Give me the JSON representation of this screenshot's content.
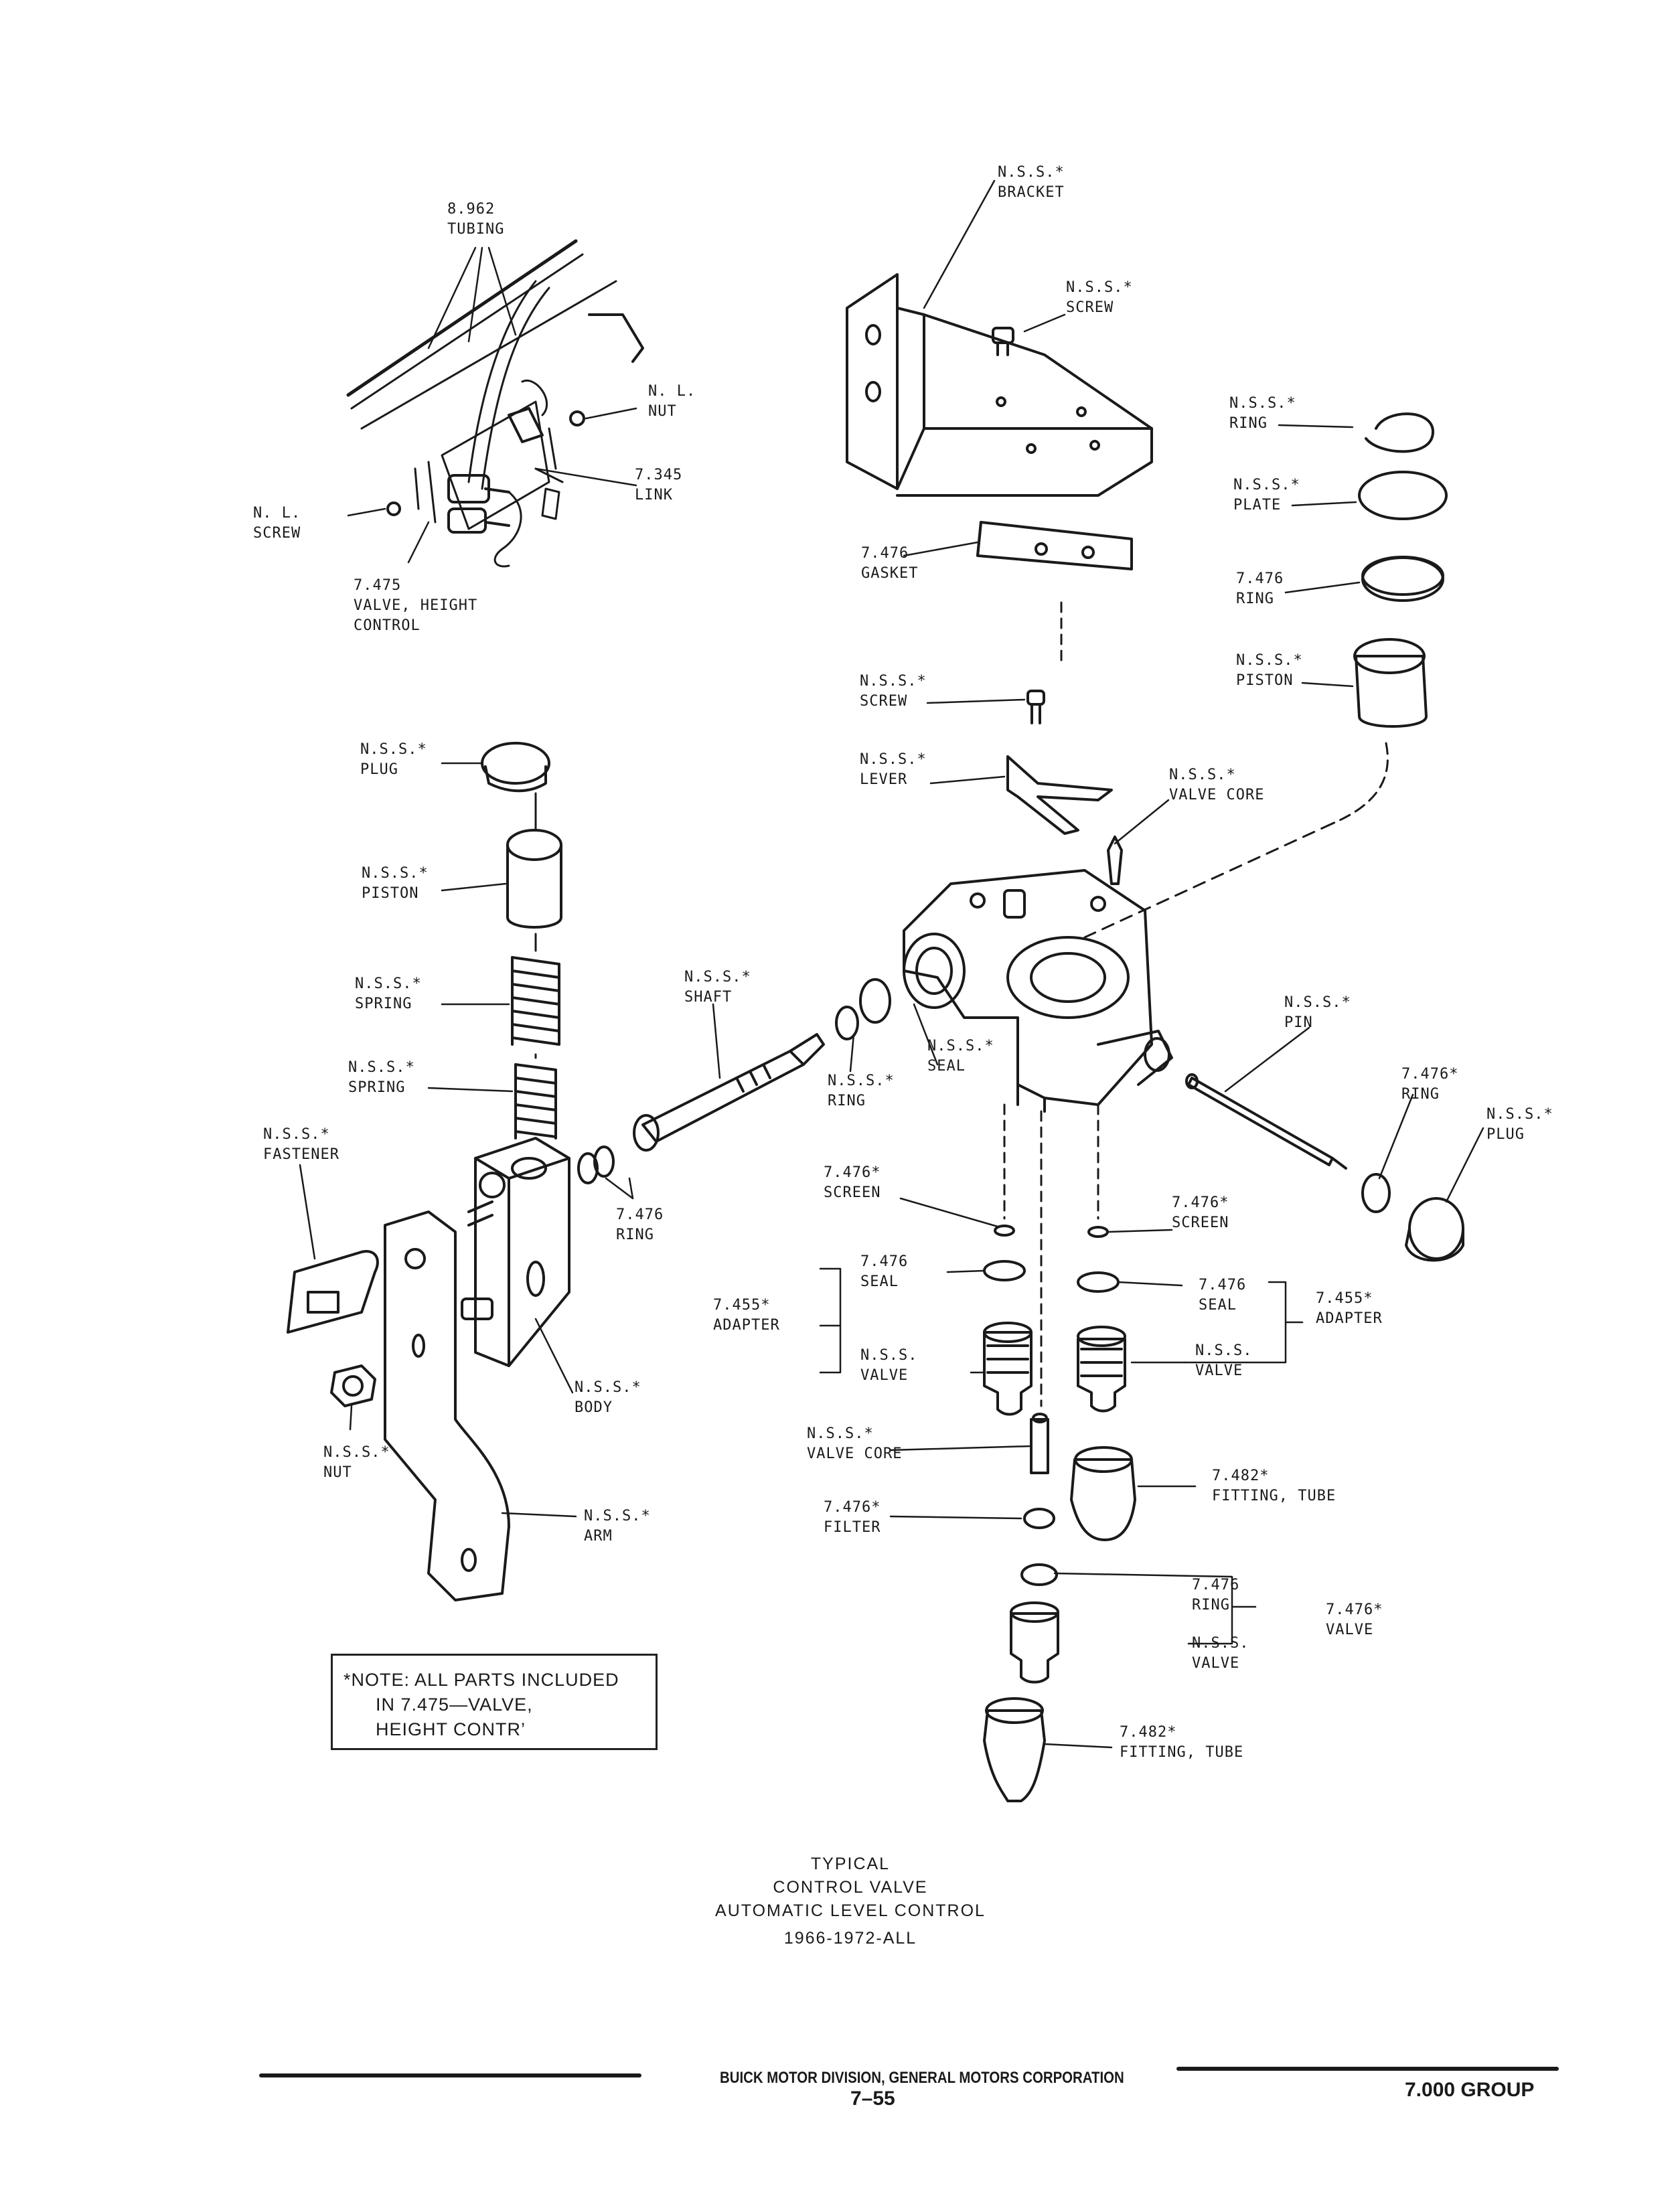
{
  "labels": {
    "tubing": [
      "8.962",
      "TUBING"
    ],
    "nl_nut": [
      "N. L.",
      "NUT"
    ],
    "link": [
      "7.345",
      "LINK"
    ],
    "nl_screw": [
      "N. L.",
      "SCREW"
    ],
    "valve_height_control": [
      "7.475",
      "VALVE, HEIGHT",
      "CONTROL"
    ],
    "bracket": [
      "N.S.S.*",
      "BRACKET"
    ],
    "screw_top": [
      "N.S.S.*",
      "SCREW"
    ],
    "ring_top": [
      "N.S.S.*",
      "RING"
    ],
    "plate": [
      "N.S.S.*",
      "PLATE"
    ],
    "gasket": [
      "7.476",
      "GASKET"
    ],
    "ring_7476": [
      "7.476",
      "RING"
    ],
    "piston_right": [
      "N.S.S.*",
      "PISTON"
    ],
    "screw_mid": [
      "N.S.S.*",
      "SCREW"
    ],
    "lever": [
      "N.S.S.*",
      "LEVER"
    ],
    "valve_core_top": [
      "N.S.S.*",
      "VALVE CORE"
    ],
    "plug_left": [
      "N.S.S.*",
      "PLUG"
    ],
    "piston_left": [
      "N.S.S.*",
      "PISTON"
    ],
    "spring_1": [
      "N.S.S.*",
      "SPRING"
    ],
    "spring_2": [
      "N.S.S.*",
      "SPRING"
    ],
    "shaft": [
      "N.S.S.*",
      "SHAFT"
    ],
    "seal_nss": [
      "N.S.S.*",
      "SEAL"
    ],
    "ring_nss": [
      "N.S.S.*",
      "RING"
    ],
    "pin": [
      "N.S.S.*",
      "PIN"
    ],
    "ring_right": [
      "7.476*",
      "RING"
    ],
    "plug_right": [
      "N.S.S.*",
      "PLUG"
    ],
    "fastener": [
      "N.S.S.*",
      "FASTENER"
    ],
    "ring_shaft": [
      "7.476",
      "RING"
    ],
    "screen_left": [
      "7.476*",
      "SCREEN"
    ],
    "screen_right": [
      "7.476*",
      "SCREEN"
    ],
    "seal_left": [
      "7.476",
      "SEAL"
    ],
    "seal_right": [
      "7.476",
      "SEAL"
    ],
    "adapter_left": [
      "7.455*",
      "ADAPTER"
    ],
    "adapter_right": [
      "7.455*",
      "ADAPTER"
    ],
    "valve_left": [
      "N.S.S.",
      "VALVE"
    ],
    "valve_right": [
      "N.S.S.",
      "VALVE"
    ],
    "body": [
      "N.S.S.*",
      "BODY"
    ],
    "nut_left": [
      "N.S.S.*",
      "NUT"
    ],
    "arm": [
      "N.S.S.*",
      "ARM"
    ],
    "valve_core_low": [
      "N.S.S.*",
      "VALVE CORE"
    ],
    "fitting_tube_1": [
      "7.482*",
      "FITTING, TUBE"
    ],
    "filter": [
      "7.476*",
      "FILTER"
    ],
    "ring_low": [
      "7.476",
      "RING"
    ],
    "valve_7476": [
      "7.476*",
      "VALVE"
    ],
    "valve_nss_low": [
      "N.S.S.",
      "VALVE"
    ],
    "fitting_tube_2": [
      "7.482*",
      "FITTING, TUBE"
    ]
  },
  "note": [
    "*NOTE: ALL PARTS INCLUDED",
    "IN 7.475—VALVE,",
    "HEIGHT CONTR’"
  ],
  "title": [
    "TYPICAL",
    "CONTROL VALVE",
    "AUTOMATIC LEVEL CONTROL",
    "1966-1972-ALL"
  ],
  "footer": {
    "division": "BUICK MOTOR DIVISION, GENERAL MOTORS CORPORATION",
    "page": "7–55",
    "group": "7.000 GROUP"
  }
}
